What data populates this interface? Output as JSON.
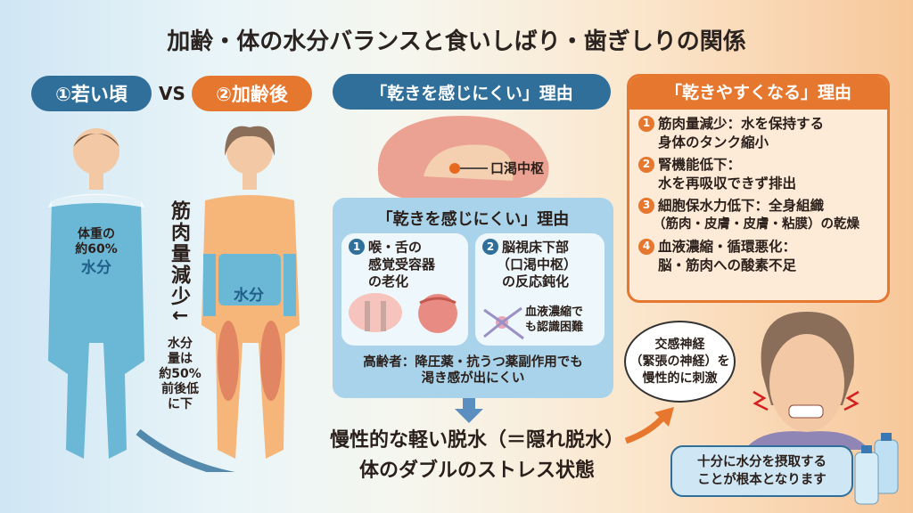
{
  "title": "加齢・体の水分バランスと食いしばり・歯ぎしりの関係",
  "left": {
    "young_label": "①若い頃",
    "vs": "VS",
    "aged_label": "②加齢後",
    "young_body": {
      "line1": "体重の",
      "line2": "約60%",
      "line3": "水分"
    },
    "aged_body": "水分",
    "muscle_text": "筋肉量減少↓",
    "water_lines": [
      "水分",
      "量は",
      "約50%",
      "前後低",
      "に下"
    ]
  },
  "center": {
    "header": "「乾きを感じにくい」理由",
    "brain_label": "口渇中枢",
    "box_title": "「乾きを感じにくい」理由",
    "reason1": {
      "num": "1",
      "lines": [
        "喉・舌の",
        "感覚受容器",
        "の老化"
      ]
    },
    "reason2": {
      "num": "2",
      "lines": [
        "脳視床下部",
        "（口渇中枢）",
        "の反応鈍化"
      ],
      "note": [
        "血液濃縮で",
        "も認識困難"
      ]
    },
    "elderly_note": [
      "高齢者：降圧薬・抗うつ薬副作用でも",
      "渇き感が出にくい"
    ],
    "conclusion": [
      "慢性的な軽い脱水（＝隠れ脱水）",
      "体のダブルのストレス状態"
    ]
  },
  "right": {
    "header": "「乾きやすくなる」理由",
    "items": [
      {
        "num": "1",
        "lines": [
          "筋肉量減少：水を保持する",
          "身体のタンク縮小"
        ]
      },
      {
        "num": "2",
        "lines": [
          "腎機能低下：",
          "水を再吸収できず排出"
        ]
      },
      {
        "num": "3",
        "lines": [
          "細胞保水力低下：全身組織",
          "（筋肉・皮膚・皮膚・粘膜）の乾燥"
        ]
      },
      {
        "num": "4",
        "lines": [
          "血液濃縮・循環悪化：",
          "脳・筋肉への酸素不足"
        ]
      }
    ],
    "speech": [
      "交感神経",
      "（緊張の神経）を",
      "慢性的に刺激"
    ],
    "advice": [
      "十分に水分を摂取する",
      "ことが根本となります"
    ]
  },
  "colors": {
    "blue": "#2f6f9a",
    "orange": "#e5772f",
    "water": "#6bb8d6",
    "skin": "#f3c9a5"
  }
}
